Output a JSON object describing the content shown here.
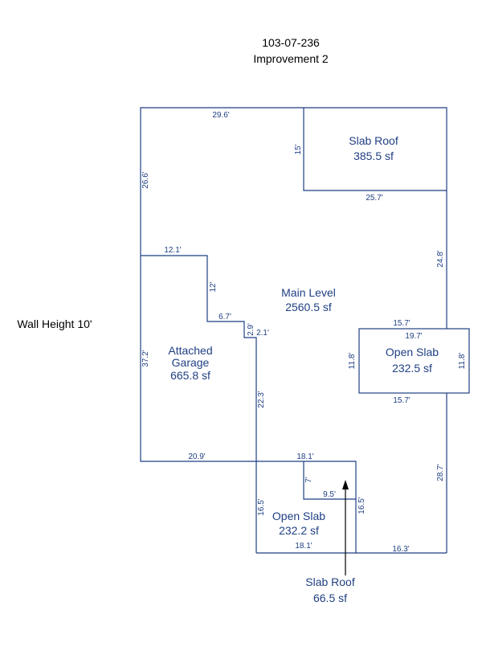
{
  "header": {
    "parcel_id": "103-07-236",
    "improvement": "Improvement 2"
  },
  "wall_height": "Wall Height 10'",
  "areas": {
    "slab_roof_top": {
      "name": "Slab Roof",
      "size": "385.5 sf"
    },
    "main_level": {
      "name": "Main Level",
      "size": "2560.5 sf"
    },
    "attached_garage": {
      "name_line1": "Attached",
      "name_line2": "Garage",
      "size": "665.8 sf"
    },
    "open_slab_right": {
      "name": "Open Slab",
      "size": "232.5 sf"
    },
    "open_slab_bottom": {
      "name": "Open Slab",
      "size": "232.2 sf"
    },
    "slab_roof_bottom": {
      "name": "Slab Roof",
      "size": "66.5 sf"
    }
  },
  "dimensions": {
    "top_left_width": "29.6'",
    "slab_roof_height": "15'",
    "slab_roof_width": "25.7'",
    "left_upper_height": "26.6'",
    "right_upper_height": "24.8'",
    "garage_top_width": "12.1'",
    "step_height_12": "12'",
    "step_width_6_7": "6.7'",
    "step_height_2_9": "2.9'",
    "step_width_2_1": "2.1'",
    "garage_left_height": "37.2'",
    "garage_right_height": "22.3'",
    "garage_bottom_width": "20.9'",
    "open_slab_right_top_outer": "15.7'",
    "open_slab_right_top_inner": "19.7'",
    "open_slab_right_left_h": "11.8'",
    "open_slab_right_right_h": "11.8'",
    "open_slab_right_bottom": "15.7'",
    "right_lower_height": "28.7'",
    "bottom_slab_top_width": "18.1'",
    "small_roof_height": "7'",
    "small_roof_width": "9.5'",
    "bottom_slab_left_h": "16.5'",
    "bottom_slab_right_h": "16.5'",
    "bottom_slab_bottom": "18.1'",
    "bottom_right_width": "16.3'"
  },
  "colors": {
    "line": "#1f3f82",
    "label": "#1f3f82",
    "text": "#000000",
    "arrow": "#000000"
  }
}
